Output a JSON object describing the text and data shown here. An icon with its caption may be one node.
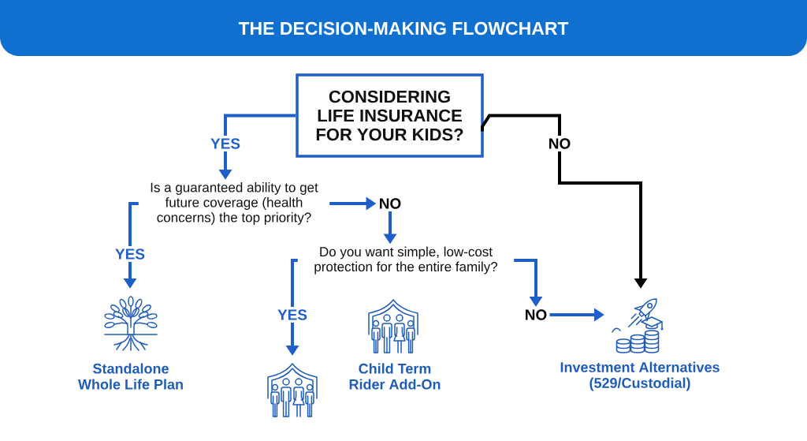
{
  "diagram": {
    "title": "THE DECISION-MAKING FLOWCHART",
    "nodes": [
      {
        "text": [
          "CONSIDERING LIFE INSURANCE FOR YOUR KIDS?"
        ]
      },
      {
        "text": [
          "YES"
        ]
      },
      {
        "text": [
          "NO"
        ]
      },
      {
        "text": [
          "Is a guaranteed ability to get future coverage (health concerns) the top priority?"
        ]
      },
      {
        "text": [
          "NO"
        ]
      },
      {
        "text": [
          "YES"
        ]
      },
      {
        "text": [
          "Do you want simple, low-cost protection for the entire family?"
        ]
      },
      {
        "text": [
          "YES"
        ]
      },
      {
        "text": [
          "NO"
        ]
      },
      {
        "text": [],
        "shape": "picture",
        "beside": [
          "Standalone Whole Life Plan"
        ]
      },
      {
        "text": [],
        "shape": "picture",
        "beside": [
          "Child Term Rider Add-On"
        ]
      },
      {
        "text": [],
        "shape": "picture",
        "beside": [
          "Investment Alternatives (529/Custodial)"
        ]
      },
      {
        "text": [],
        "shape": "picture"
      }
    ],
    "edges": [
      {
        "from": 0,
        "to": 1,
        "arrow": "none"
      },
      {
        "from": 1,
        "to": 3,
        "arrow": "to"
      },
      {
        "from": 0,
        "to": 2,
        "arrow": "none",
        "color": "#000000"
      },
      {
        "from": 2,
        "to": 11,
        "arrow": "to",
        "color": "#000000"
      },
      {
        "from": 3,
        "to": 4,
        "arrow": "to"
      },
      {
        "from": 4,
        "to": 6,
        "arrow": "to"
      },
      {
        "from": 3,
        "to": 5,
        "arrow": "none"
      },
      {
        "from": 5,
        "to": 9,
        "arrow": "to"
      },
      {
        "from": 6,
        "to": 7,
        "arrow": "none"
      },
      {
        "from": 7,
        "to": 12,
        "arrow": "to"
      },
      {
        "from": 6,
        "to": 8,
        "arrow": "to"
      },
      {
        "from": 8,
        "to": 11,
        "arrow": "to"
      }
    ]
  }
}
